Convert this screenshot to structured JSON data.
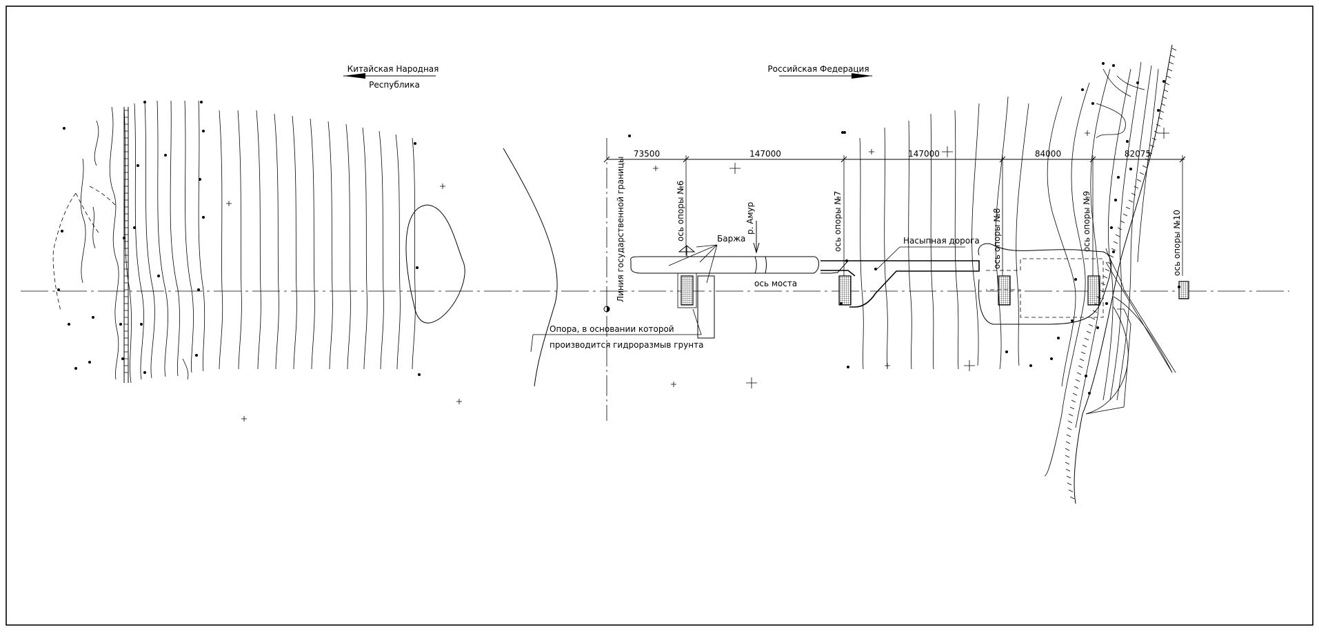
{
  "directions": {
    "china_line1": "Китайская Народная",
    "china_line2": "Республика",
    "russia": "Российская Федерация"
  },
  "dimensions": [
    "73500",
    "147000",
    "147000",
    "84000",
    "82075"
  ],
  "labels": {
    "border_line": "Линия государственной границы",
    "pier6": "ось опоры №6",
    "pier7": "ось опоры №7",
    "pier8": "ось опоры №8",
    "pier9": "ось опоры №9",
    "pier10": "ось опоры №10",
    "barge": "Баржа",
    "river": "р. Амур",
    "embankment": "Насыпная дорога",
    "bridge_axis": "ось моста",
    "erosion_line1": "Опора, в основании которой",
    "erosion_line2": "производится гидроразмыв грунта"
  }
}
